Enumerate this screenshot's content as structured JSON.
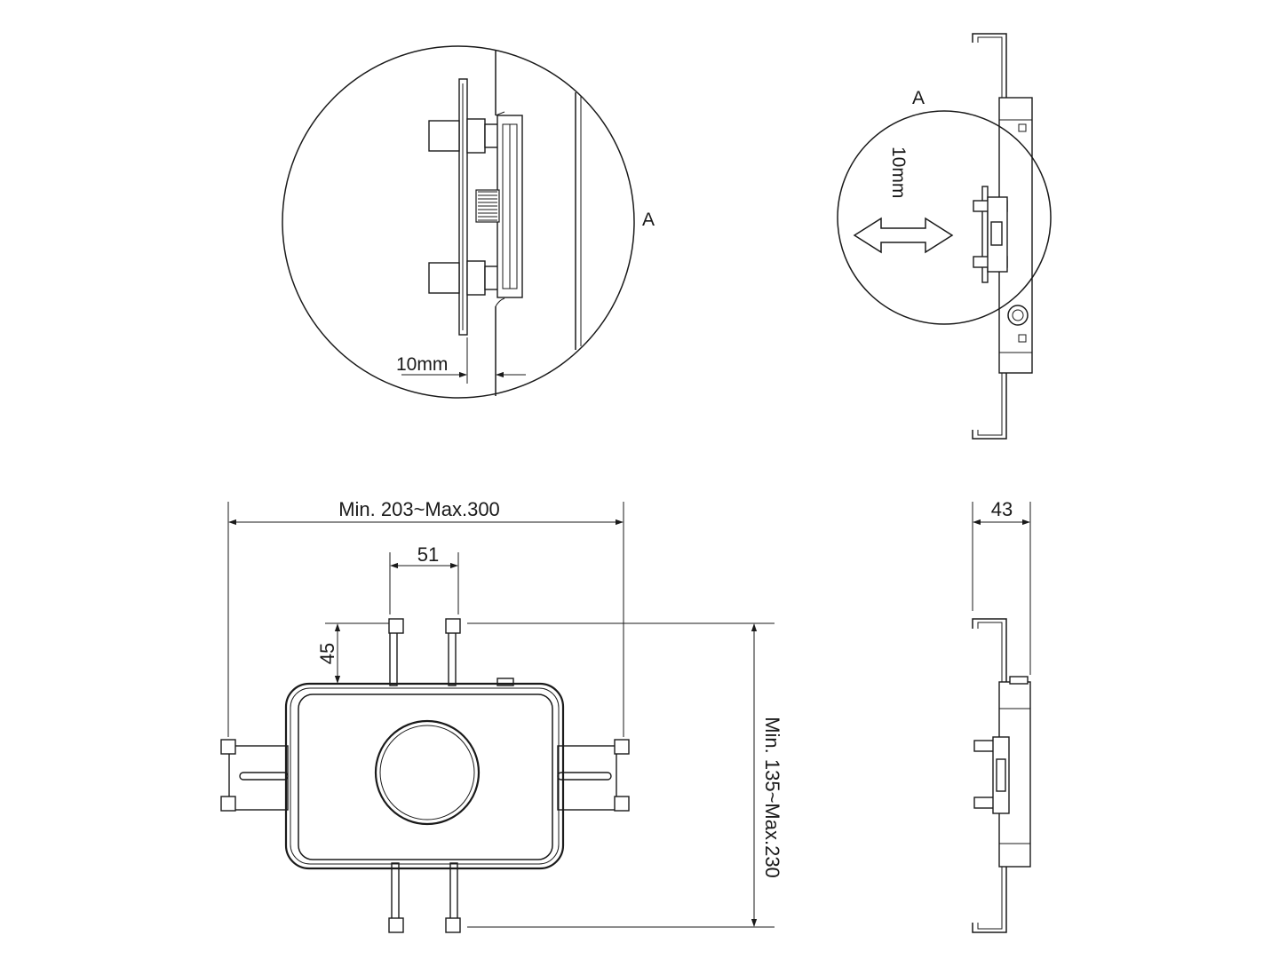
{
  "labels": {
    "detail_a_top": "A",
    "detail_a_side": "A",
    "gap_detail": "10mm",
    "gap_side": "10mm",
    "width_range": "Min. 203~Max.300",
    "spacing_51": "51",
    "height_45": "45",
    "height_range": "Min. 135~Max.230",
    "depth_43": "43"
  },
  "colors": {
    "line": "#1a1a1a",
    "background": "#ffffff"
  }
}
